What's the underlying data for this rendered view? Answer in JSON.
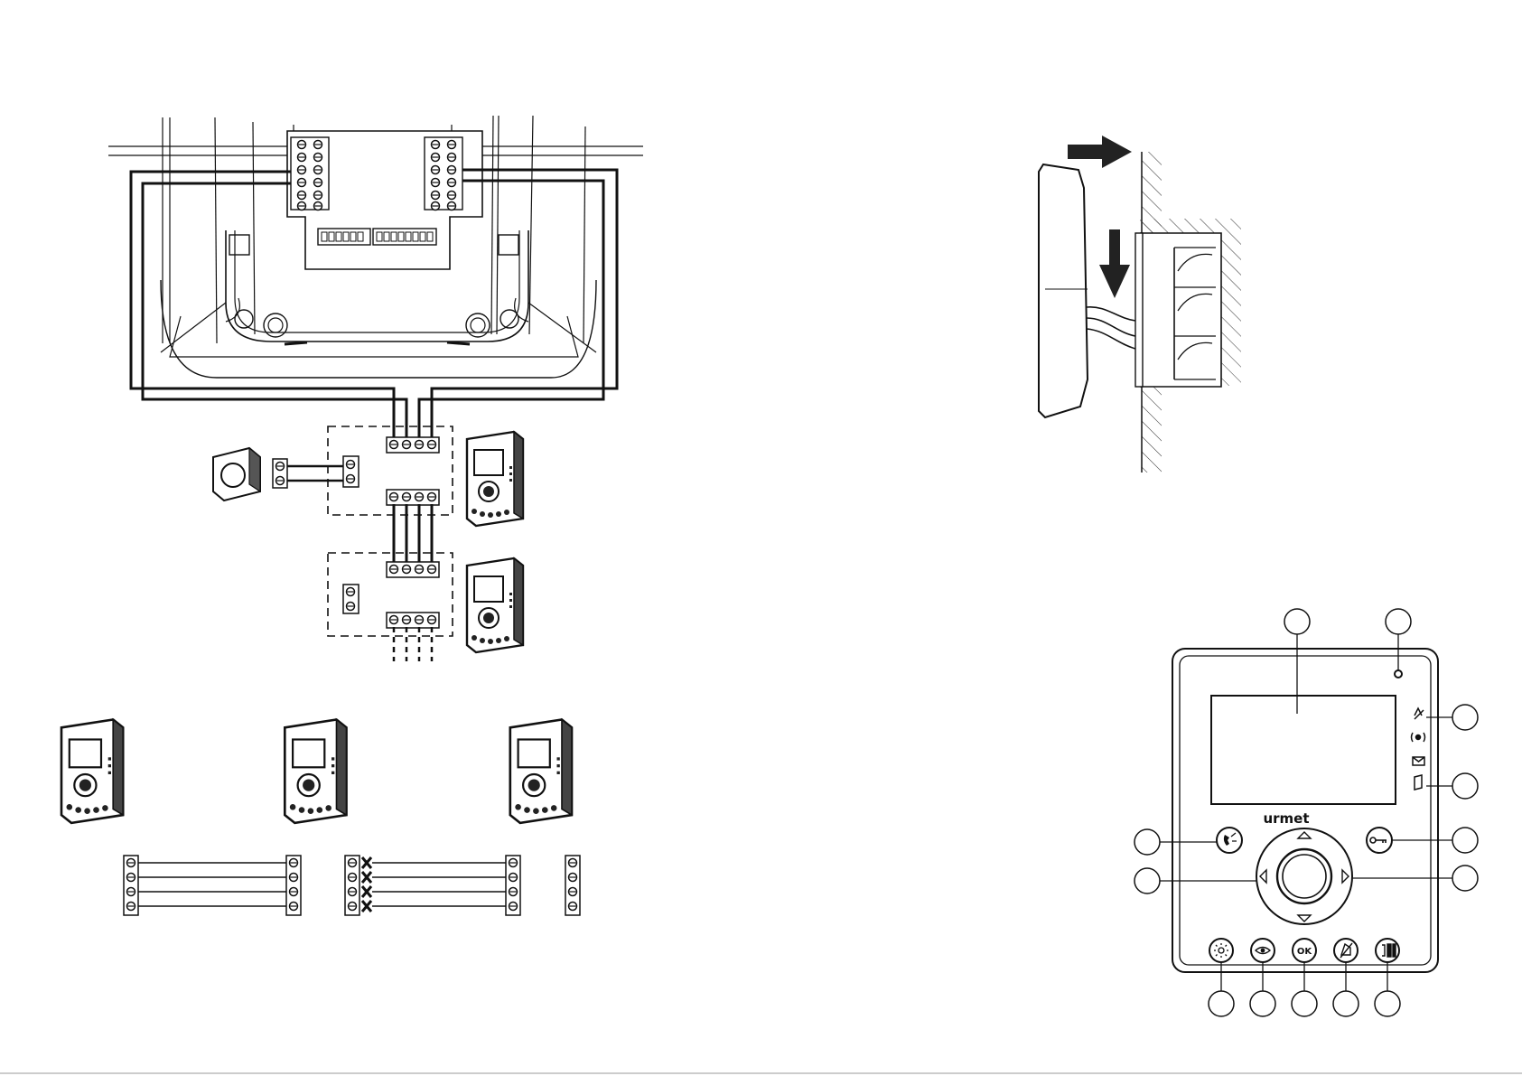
{
  "device": {
    "brand_label": "urmet",
    "ok_label": "OK",
    "ink_color": "#111111",
    "hatch_color": "#333333",
    "callouts": []
  },
  "diagram_parts": {
    "wiring_diagram": "connection-diagram",
    "wall_mount": "wall-mount-diagram",
    "chain": "chain-connection-diagram",
    "front_view": "front-view-diagram"
  }
}
